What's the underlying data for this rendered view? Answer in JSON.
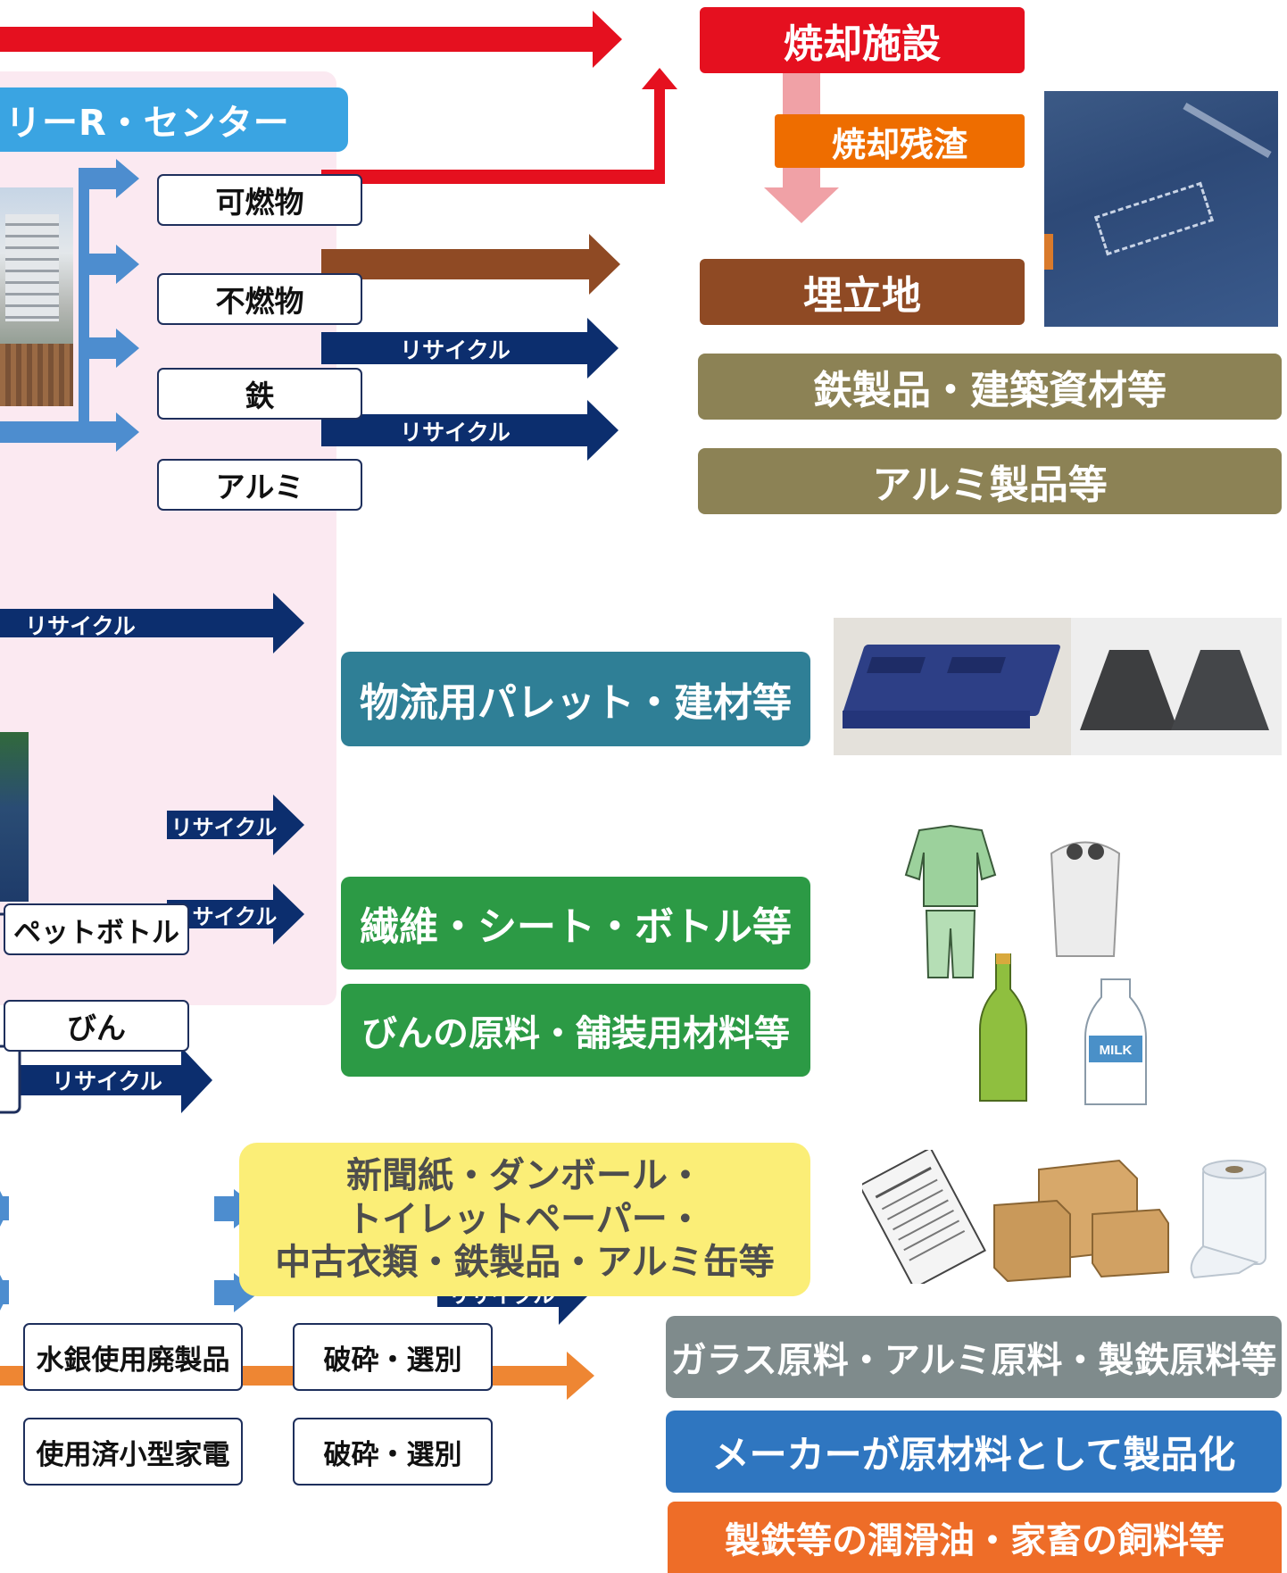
{
  "center_title": "リーR・センター",
  "sorted": {
    "combustible": "可燃物",
    "noncombustible": "不燃物",
    "iron": "鉄",
    "aluminum": "アルミ",
    "pet_bottle": "ペットボトル",
    "bottle": "びん",
    "mercury": "水銀使用廃製品",
    "appliance": "使用済小型家電",
    "crush1": "破砕・選別",
    "crush2": "破砕・選別"
  },
  "recycle_label": "リサイクル",
  "destinations": {
    "incineration": "焼却施設",
    "ash": "焼却残渣",
    "landfill": "埋立地",
    "iron_products": "鉄製品・建築資材等",
    "aluminum_products": "アルミ製品等",
    "pallet": "物流用パレット・建材等",
    "fiber": "繊維・シート・ボトル等",
    "bottle_material": "びんの原料・舗装用材料等",
    "paper": [
      "新聞紙・ダンボール・",
      "トイレットペーパー・",
      "中古衣類・鉄製品・アルミ缶等"
    ],
    "glass": "ガラス原料・アルミ原料・製鉄原料等",
    "maker": "メーカーが原材料として製品化",
    "oil": "製鉄等の潤滑油・家畜の飼料等"
  },
  "bottle_label_text": "MILK",
  "colors": {
    "red": "#e5101f",
    "brown": "#8f4a24",
    "olive": "#8c8255",
    "teal": "#2f7f96",
    "green": "#2c9a45",
    "yellow": "#fbee77",
    "gray": "#7f8b8c",
    "blue": "#2f76c0",
    "orange": "#ee6d28",
    "navy": "#0c2e6e",
    "lightblue": "#4d8dcf",
    "title_blue": "#3aa4e2"
  }
}
